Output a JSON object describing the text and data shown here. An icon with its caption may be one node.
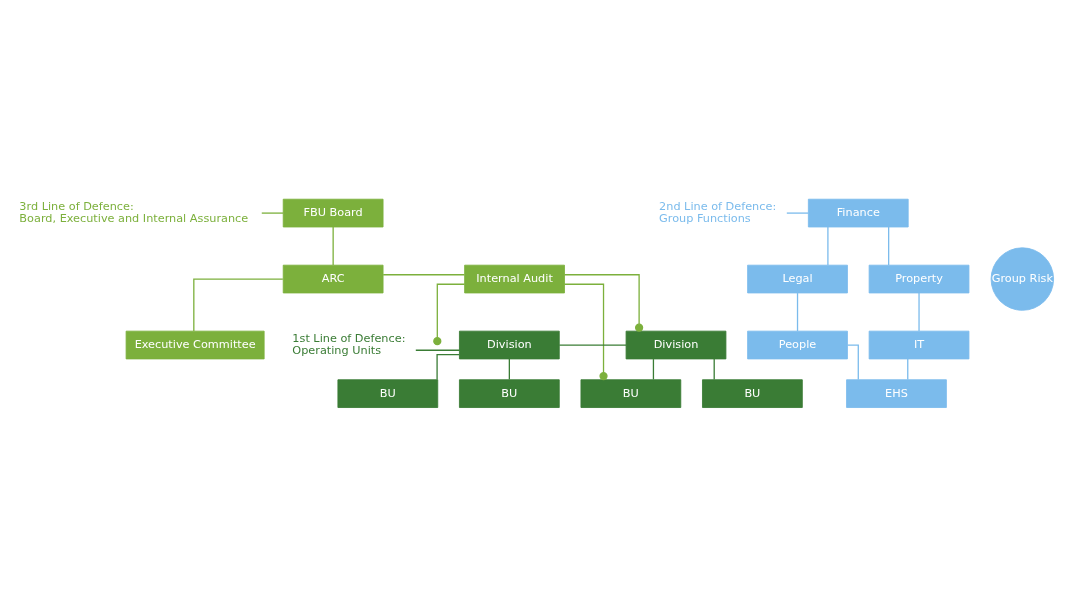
{
  "diagram": {
    "nodes": [
      {
        "text": [
          "3rd Line of Defence:",
          "Board, Executive and Internal Assurance"
        ]
      },
      {
        "text": [
          "FBU Board"
        ]
      },
      {
        "text": [
          "ARC"
        ]
      },
      {
        "text": [
          "Internal Audit"
        ]
      },
      {
        "text": [
          "Executive Committee"
        ]
      },
      {
        "text": [
          "2nd Line of Defence:",
          "Group Functions"
        ]
      },
      {
        "text": [
          "Finance"
        ]
      },
      {
        "text": [
          "Legal"
        ]
      },
      {
        "text": [
          "Group Risk"
        ]
      },
      {
        "text": [
          "Property"
        ]
      },
      {
        "text": [
          "People"
        ]
      },
      {
        "text": [
          "IT"
        ]
      },
      {
        "text": [
          "EHS"
        ]
      },
      {
        "text": [
          "1st Line of Defence:",
          "Operating Units"
        ]
      },
      {
        "text": [
          "Division"
        ]
      },
      {
        "text": [
          "Division"
        ]
      },
      {
        "text": [
          "BU"
        ]
      },
      {
        "text": [
          "BU"
        ]
      },
      {
        "text": [
          "BU"
        ]
      },
      {
        "text": [
          "BU"
        ]
      }
    ],
    "edges": [
      {
        "from": 0,
        "to": 1,
        "arrow": "none"
      },
      {
        "from": 1,
        "to": 2,
        "arrow": "none"
      },
      {
        "from": 2,
        "to": 4,
        "arrow": "none"
      },
      {
        "from": 2,
        "to": 3,
        "arrow": "none"
      },
      {
        "from": 3,
        "to": null,
        "arrow": "other"
      },
      {
        "from": 3,
        "to": 15,
        "arrow": "other"
      },
      {
        "from": 3,
        "to": 19,
        "arrow": "other"
      },
      {
        "from": 5,
        "to": 6,
        "arrow": "none",
        "color": "#7bbbec"
      },
      {
        "from": 6,
        "to": 7,
        "arrow": "none",
        "color": "#7bbbec"
      },
      {
        "from": 6,
        "to": 9,
        "arrow": "none",
        "color": "#7bbbec"
      },
      {
        "from": 7,
        "to": 10,
        "arrow": "none",
        "color": "#7bbbec"
      },
      {
        "from": 9,
        "to": 11,
        "arrow": "none",
        "color": "#7bbbec"
      },
      {
        "from": 10,
        "to": 12,
        "arrow": "none",
        "color": "#7bbbec"
      },
      {
        "from": 11,
        "to": 12,
        "arrow": "none",
        "color": "#7bbbec"
      },
      {
        "from": 13,
        "to": 14,
        "arrow": "none",
        "color": "#3a7c35"
      },
      {
        "from": 14,
        "to": 15,
        "arrow": "none",
        "color": "#3a7c35"
      },
      {
        "from": 14,
        "to": 16,
        "arrow": "none",
        "color": "#3a7c35"
      },
      {
        "from": 14,
        "to": 17,
        "arrow": "none",
        "color": "#3a7c35"
      },
      {
        "from": 15,
        "to": 18,
        "arrow": "none",
        "color": "#3a7c35"
      },
      {
        "from": 15,
        "to": 19,
        "arrow": "none",
        "color": "#3a7c35"
      }
    ]
  }
}
